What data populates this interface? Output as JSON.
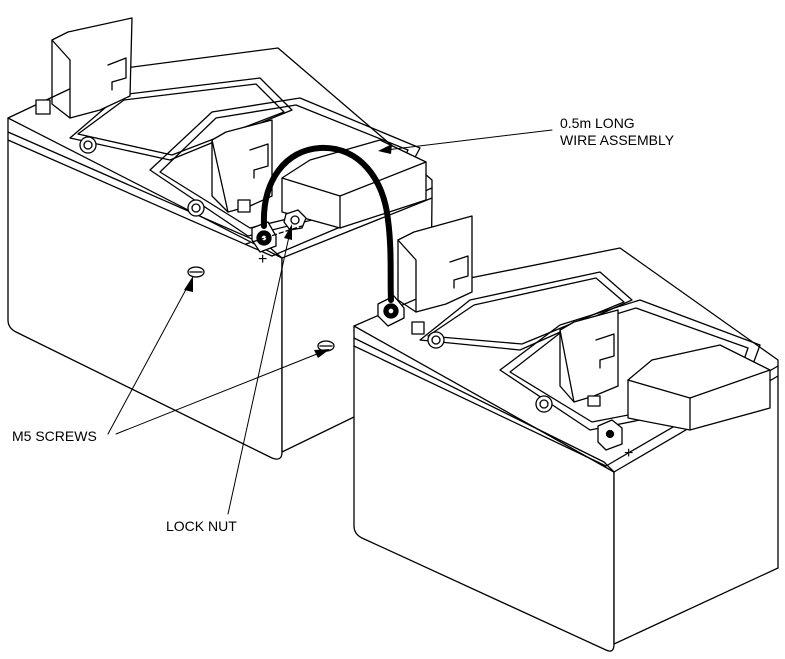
{
  "labels": {
    "wire_line1": "0.5m LONG",
    "wire_line2": "WIRE ASSEMBLY",
    "screws": "M5 SCREWS",
    "locknut": "LOCK NUT",
    "plus": "+"
  },
  "colors": {
    "line": "#000000",
    "fill": "#ffffff",
    "wire": "#000000"
  }
}
